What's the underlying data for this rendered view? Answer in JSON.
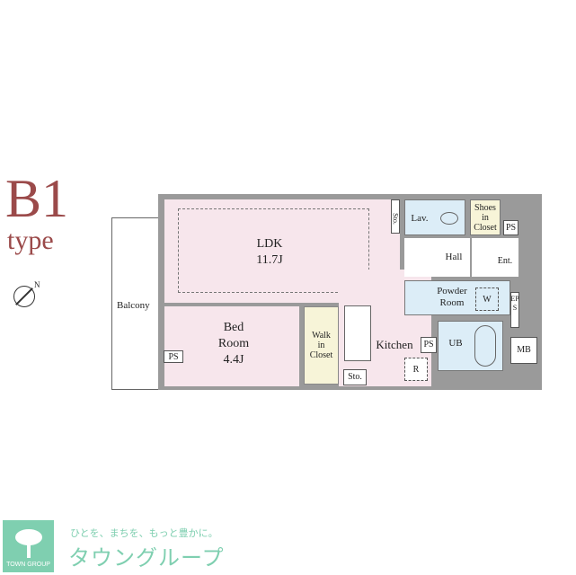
{
  "unit_type": {
    "code": "B1",
    "suffix": "type",
    "color": "#9b4a4a"
  },
  "compass": {
    "label": "N",
    "icon": "compass-north-icon"
  },
  "rooms": {
    "ldk": {
      "name": "LDK",
      "size": "11.7J"
    },
    "bedroom": {
      "name_line1": "Bed",
      "name_line2": "Room",
      "size": "4.4J"
    },
    "balcony": "Balcony",
    "walk_in_closet": {
      "l1": "Walk",
      "l2": "in",
      "l3": "Closet"
    },
    "kitchen": "Kitchen",
    "storage_sto": "Sto.",
    "storage_sto_vertical": "Sto.",
    "lav": "Lav.",
    "shoes_closet": {
      "l1": "Shoes",
      "l2": "in",
      "l3": "Closet"
    },
    "hall": "Hall",
    "entrance": "Ent.",
    "powder_room": {
      "l1": "Powder",
      "l2": "Room"
    },
    "washer": "W",
    "refrigerator": "R",
    "ub": "UB",
    "mb": "MB",
    "eps": "EPS",
    "ps_top": "PS",
    "ps_kitchen": "PS",
    "ps_bedroom": "PS"
  },
  "colors": {
    "ldk": "#f7e6ec",
    "wet": "#dcedf7",
    "closet": "#f7f4d8",
    "wall": "#9a9a9a",
    "brand": "#7fcfb0"
  },
  "brand": {
    "logo_text": "TOWN GROUP",
    "tagline": "ひとを、まちを、もっと豊かに。",
    "name": "タウングループ"
  }
}
